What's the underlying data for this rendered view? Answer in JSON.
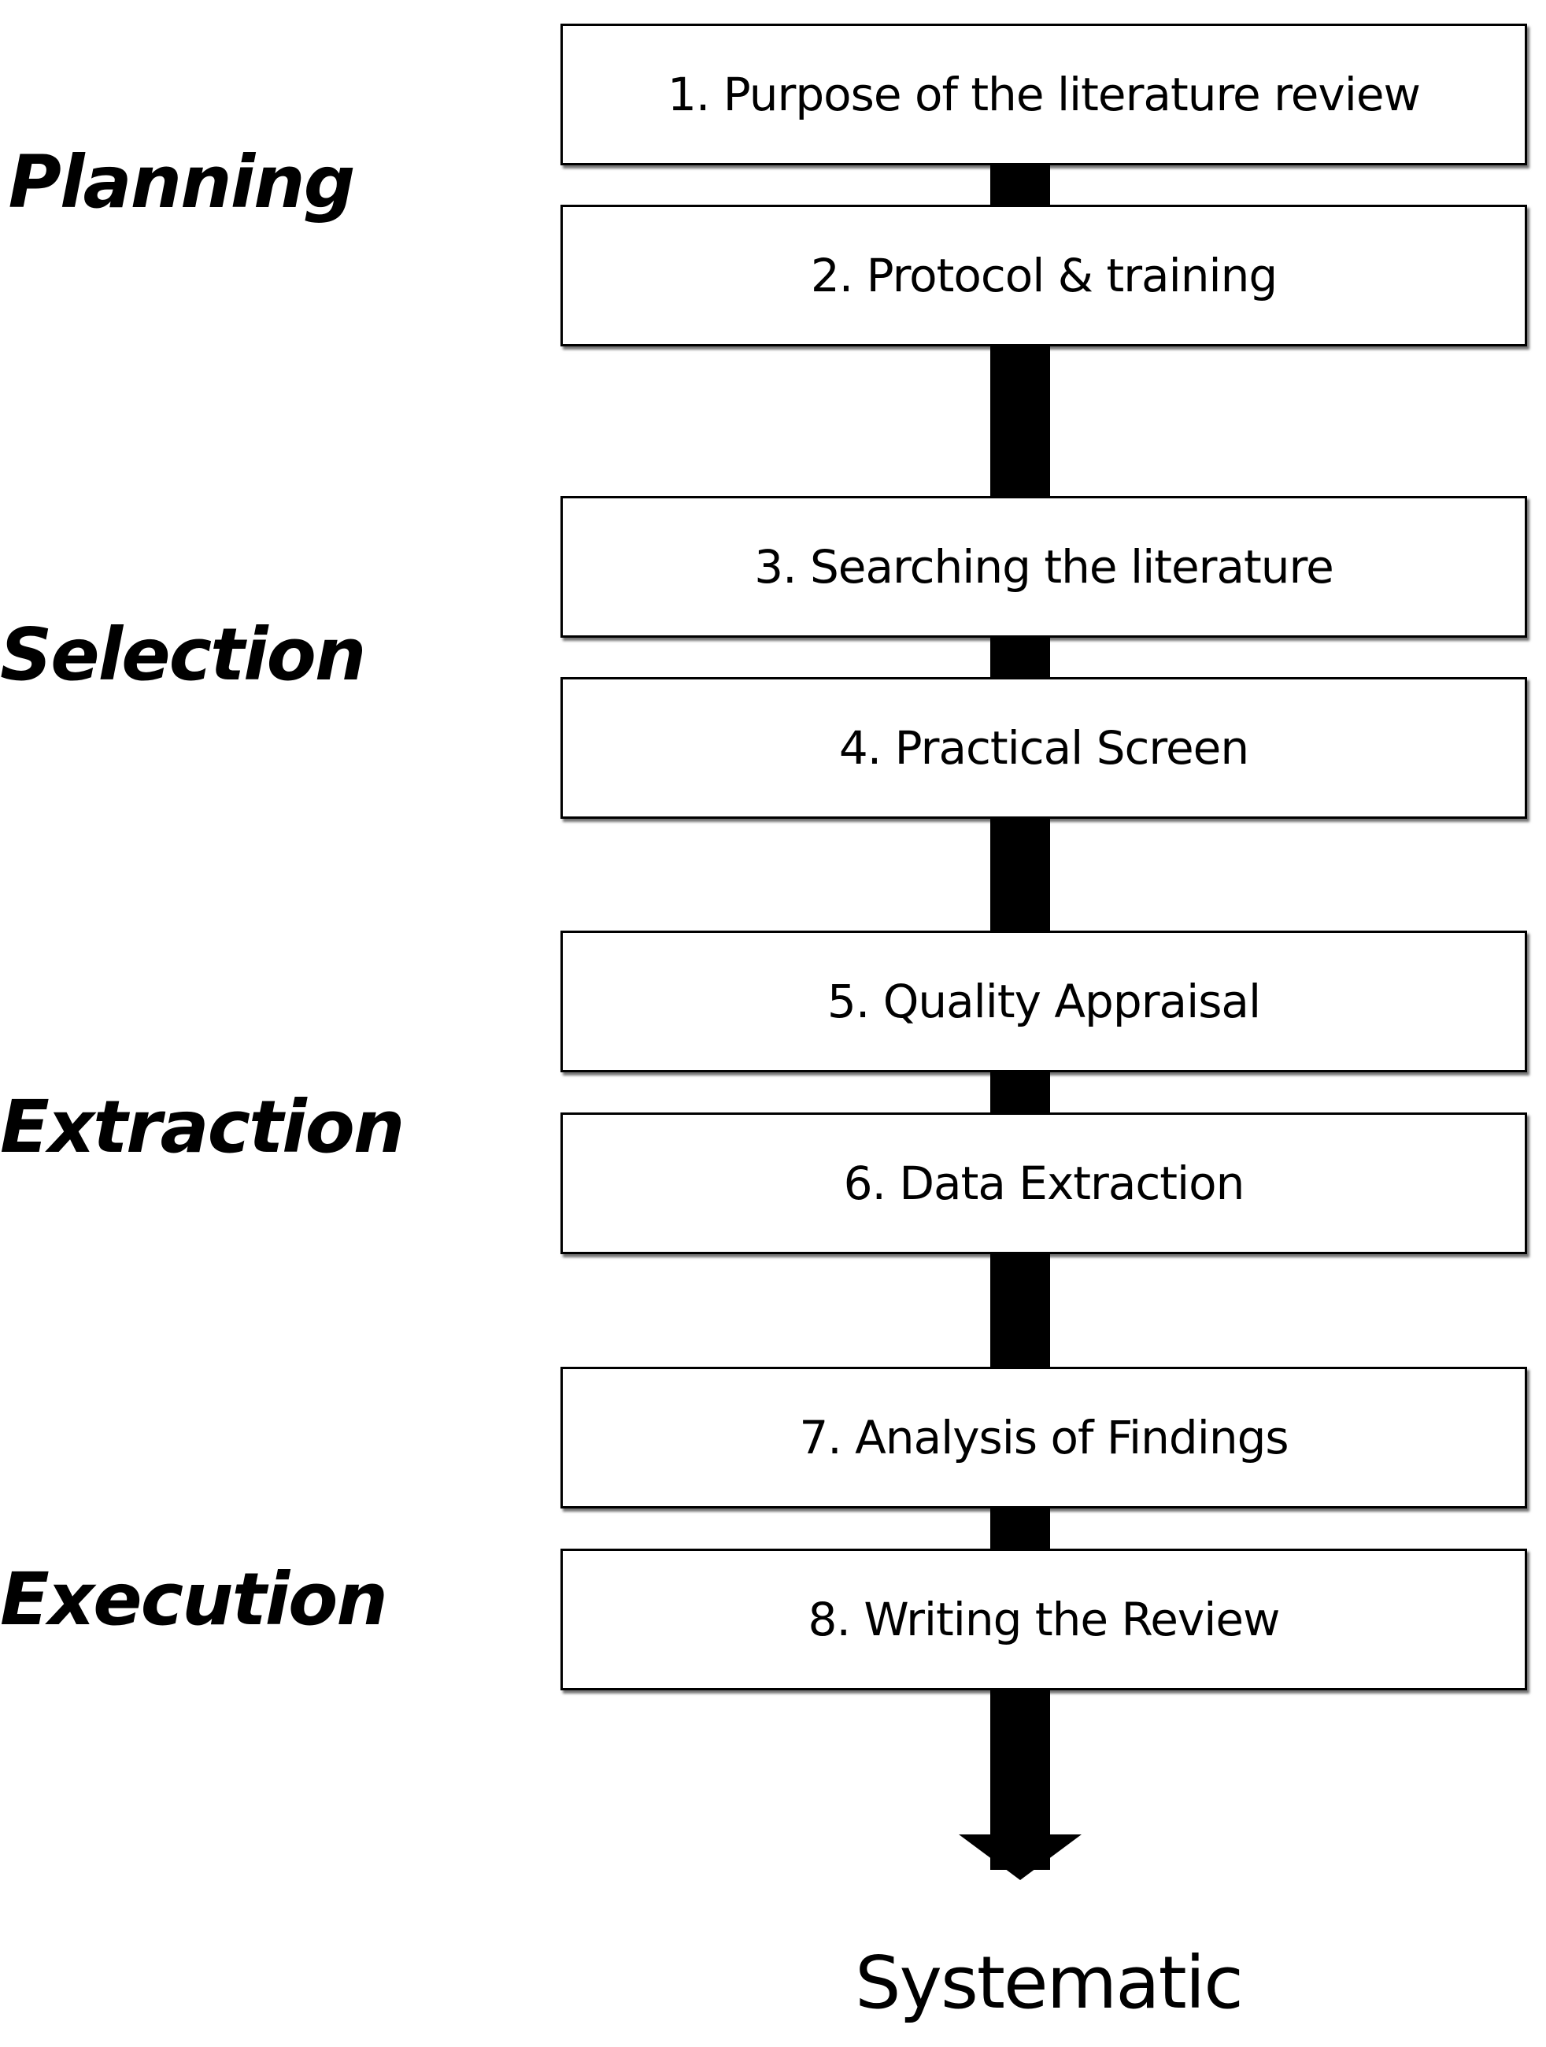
{
  "phases": [
    {
      "label": "Planning"
    },
    {
      "label": "Selection"
    },
    {
      "label": "Extraction"
    },
    {
      "label": "Execution"
    }
  ],
  "steps": [
    {
      "label": "1. Purpose of the literature review"
    },
    {
      "label": "2. Protocol & training"
    },
    {
      "label": "3. Searching the literature"
    },
    {
      "label": "4. Practical Screen"
    },
    {
      "label": "5. Quality Appraisal"
    },
    {
      "label": "6. Data Extraction"
    },
    {
      "label": "7. Analysis of Findings"
    },
    {
      "label": "8. Writing the Review"
    }
  ],
  "outcome": {
    "label": "Systematic"
  }
}
